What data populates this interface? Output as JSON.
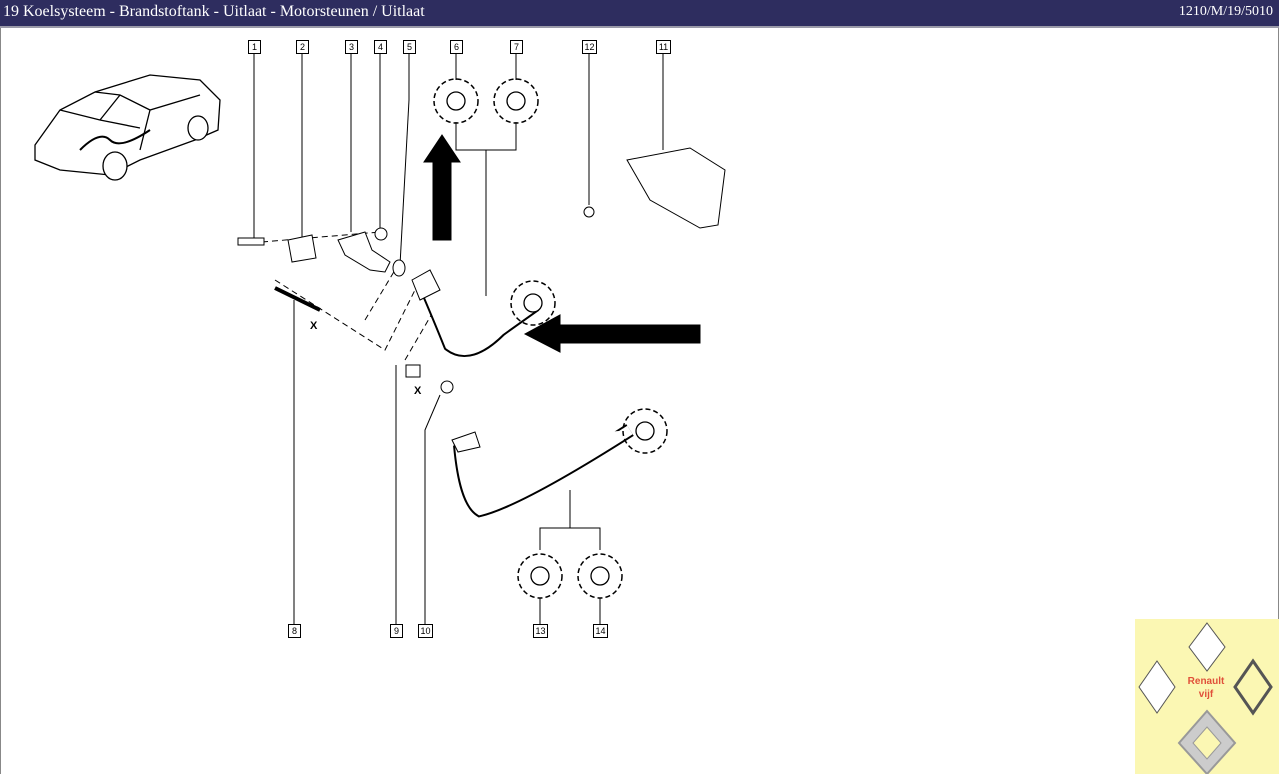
{
  "header": {
    "title": "19 Koelsysteem - Brandstoftank - Uitlaat - Motorsteunen / Uitlaat",
    "code": "1210/M/19/5010"
  },
  "diagram": {
    "callouts_top": [
      "1",
      "2",
      "3",
      "4",
      "5",
      "6",
      "7",
      "12",
      "11"
    ],
    "callouts_bottom": [
      "8",
      "9",
      "10",
      "13",
      "14"
    ],
    "marker_x": "X"
  },
  "logo": {
    "line1": "Renault",
    "line2": "vijf"
  }
}
